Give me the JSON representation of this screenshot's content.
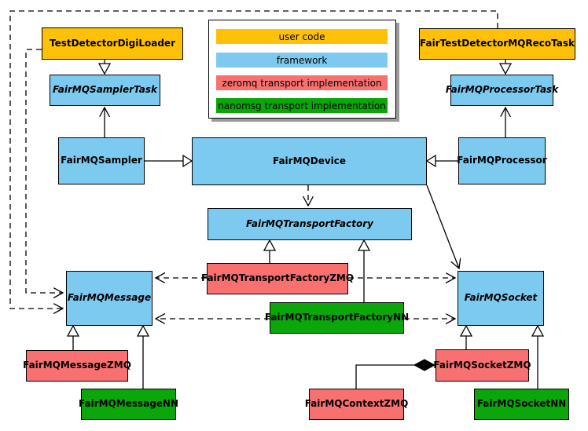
{
  "colors": {
    "user_code": "#FFC107",
    "framework": "#7DCAF0",
    "zeromq": "#F87070",
    "nanomsg": "#0AA60A",
    "edge": "#000000",
    "legend_shadow": "#9A9A9A"
  },
  "legend": {
    "items": [
      {
        "label": "user code",
        "color": "#FFC107"
      },
      {
        "label": "framework",
        "color": "#7DCAF0"
      },
      {
        "label": "zeromq transport implementation",
        "color": "#F87070"
      },
      {
        "label": "nanomsg transport implementation",
        "color": "#0AA60A"
      }
    ]
  },
  "nodes": {
    "digiLoader": {
      "label": "TestDetectorDigiLoader",
      "category": "user code",
      "abstract": false
    },
    "recoTask": {
      "label": "FairTestDetectorMQRecoTask",
      "category": "user code",
      "abstract": false
    },
    "samplerTask": {
      "label": "FairMQSamplerTask",
      "category": "framework",
      "abstract": true
    },
    "processorTask": {
      "label": "FairMQProcessorTask",
      "category": "framework",
      "abstract": true
    },
    "sampler": {
      "label": "FairMQSampler",
      "category": "framework",
      "abstract": false
    },
    "device": {
      "label": "FairMQDevice",
      "category": "framework",
      "abstract": false
    },
    "processor": {
      "label": "FairMQProcessor",
      "category": "framework",
      "abstract": false
    },
    "transportFactory": {
      "label": "FairMQTransportFactory",
      "category": "framework",
      "abstract": true
    },
    "transportFactoryZMQ": {
      "label": "FairMQTransportFactoryZMQ",
      "category": "zeromq",
      "abstract": false
    },
    "transportFactoryNN": {
      "label": "FairMQTransportFactoryNN",
      "category": "nanomsg",
      "abstract": false
    },
    "message": {
      "label": "FairMQMessage",
      "category": "framework",
      "abstract": true
    },
    "socket": {
      "label": "FairMQSocket",
      "category": "framework",
      "abstract": true
    },
    "messageZMQ": {
      "label": "FairMQMessageZMQ",
      "category": "zeromq",
      "abstract": false
    },
    "messageNN": {
      "label": "FairMQMessageNN",
      "category": "nanomsg",
      "abstract": false
    },
    "contextZMQ": {
      "label": "FairMQContextZMQ",
      "category": "zeromq",
      "abstract": false
    },
    "socketZMQ": {
      "label": "FairMQSocketZMQ",
      "category": "zeromq",
      "abstract": false
    },
    "socketNN": {
      "label": "FairMQSocketNN",
      "category": "nanomsg",
      "abstract": false
    }
  },
  "relations": [
    "TestDetectorDigiLoader --|> FairMQSamplerTask",
    "FairTestDetectorMQRecoTask --|> FairMQProcessorTask",
    "FairMQSampler --|> FairMQDevice",
    "FairMQProcessor --|> FairMQDevice",
    "FairMQSampler --> FairMQSamplerTask",
    "FairMQProcessor --> FairMQProcessorTask",
    "FairMQDevice ..> FairMQTransportFactory",
    "FairMQDevice --> FairMQSocket",
    "TestDetectorDigiLoader ..> FairMQMessage",
    "FairTestDetectorMQRecoTask ..> FairMQMessage",
    "FairMQTransportFactoryZMQ --|> FairMQTransportFactory",
    "FairMQTransportFactoryNN --|> FairMQTransportFactory",
    "FairMQTransportFactoryZMQ ..> FairMQMessage",
    "FairMQTransportFactoryZMQ ..> FairMQSocket",
    "FairMQTransportFactoryNN ..> FairMQMessage",
    "FairMQTransportFactoryNN ..> FairMQSocket",
    "FairMQMessageZMQ --|> FairMQMessage",
    "FairMQMessageNN --|> FairMQMessage",
    "FairMQSocketZMQ --|> FairMQSocket",
    "FairMQSocketNN --|> FairMQSocket",
    "FairMQSocketZMQ *-- FairMQContextZMQ"
  ]
}
